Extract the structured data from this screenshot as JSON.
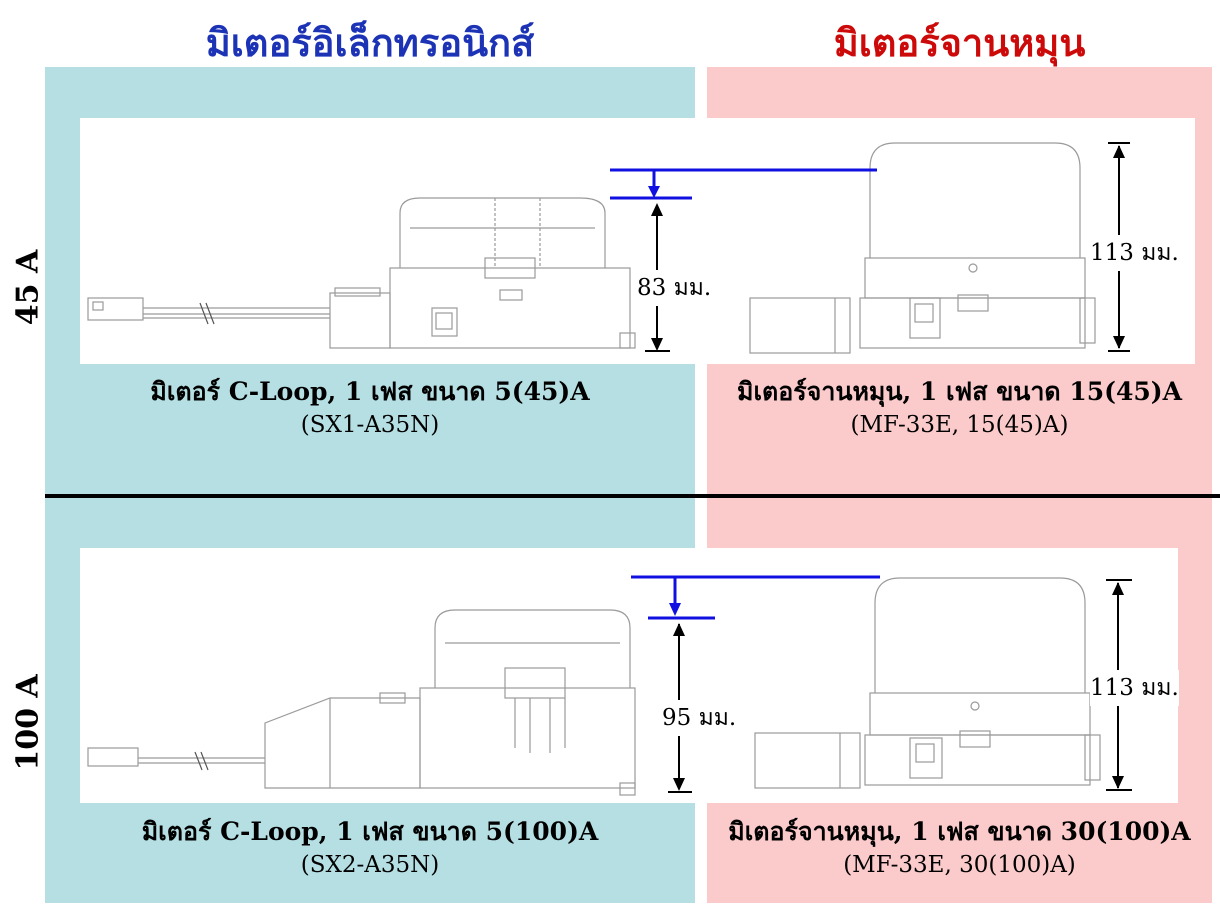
{
  "headers": {
    "electronic": "มิเตอร์อิเล็กทรอนิกส์",
    "rotating": "มิเตอร์จานหมุน"
  },
  "colors": {
    "teal_panel": "#b5dfe3",
    "pink_panel": "#fbcbcb",
    "header_blue": "#1c33b5",
    "header_red": "#cc0a0a",
    "dimension_blue": "#1010e0"
  },
  "rows": [
    {
      "label": "45 A",
      "electronic": {
        "title": "มิเตอร์ C-Loop, 1 เฟส ขนาด 5(45)A",
        "model": "(SX1-A35N)",
        "height": "83 มม."
      },
      "rotating": {
        "title": "มิเตอร์จานหมุน, 1 เฟส ขนาด 15(45)A",
        "model": "(MF-33E, 15(45)A)",
        "height": "113 มม."
      }
    },
    {
      "label": "100 A",
      "electronic": {
        "title": "มิเตอร์ C-Loop, 1 เฟส ขนาด 5(100)A",
        "model": "(SX2-A35N)",
        "height": "95 มม."
      },
      "rotating": {
        "title": "มิเตอร์จานหมุน, 1 เฟส ขนาด 30(100)A",
        "model": "(MF-33E, 30(100)A)",
        "height": "113 มม."
      }
    }
  ]
}
